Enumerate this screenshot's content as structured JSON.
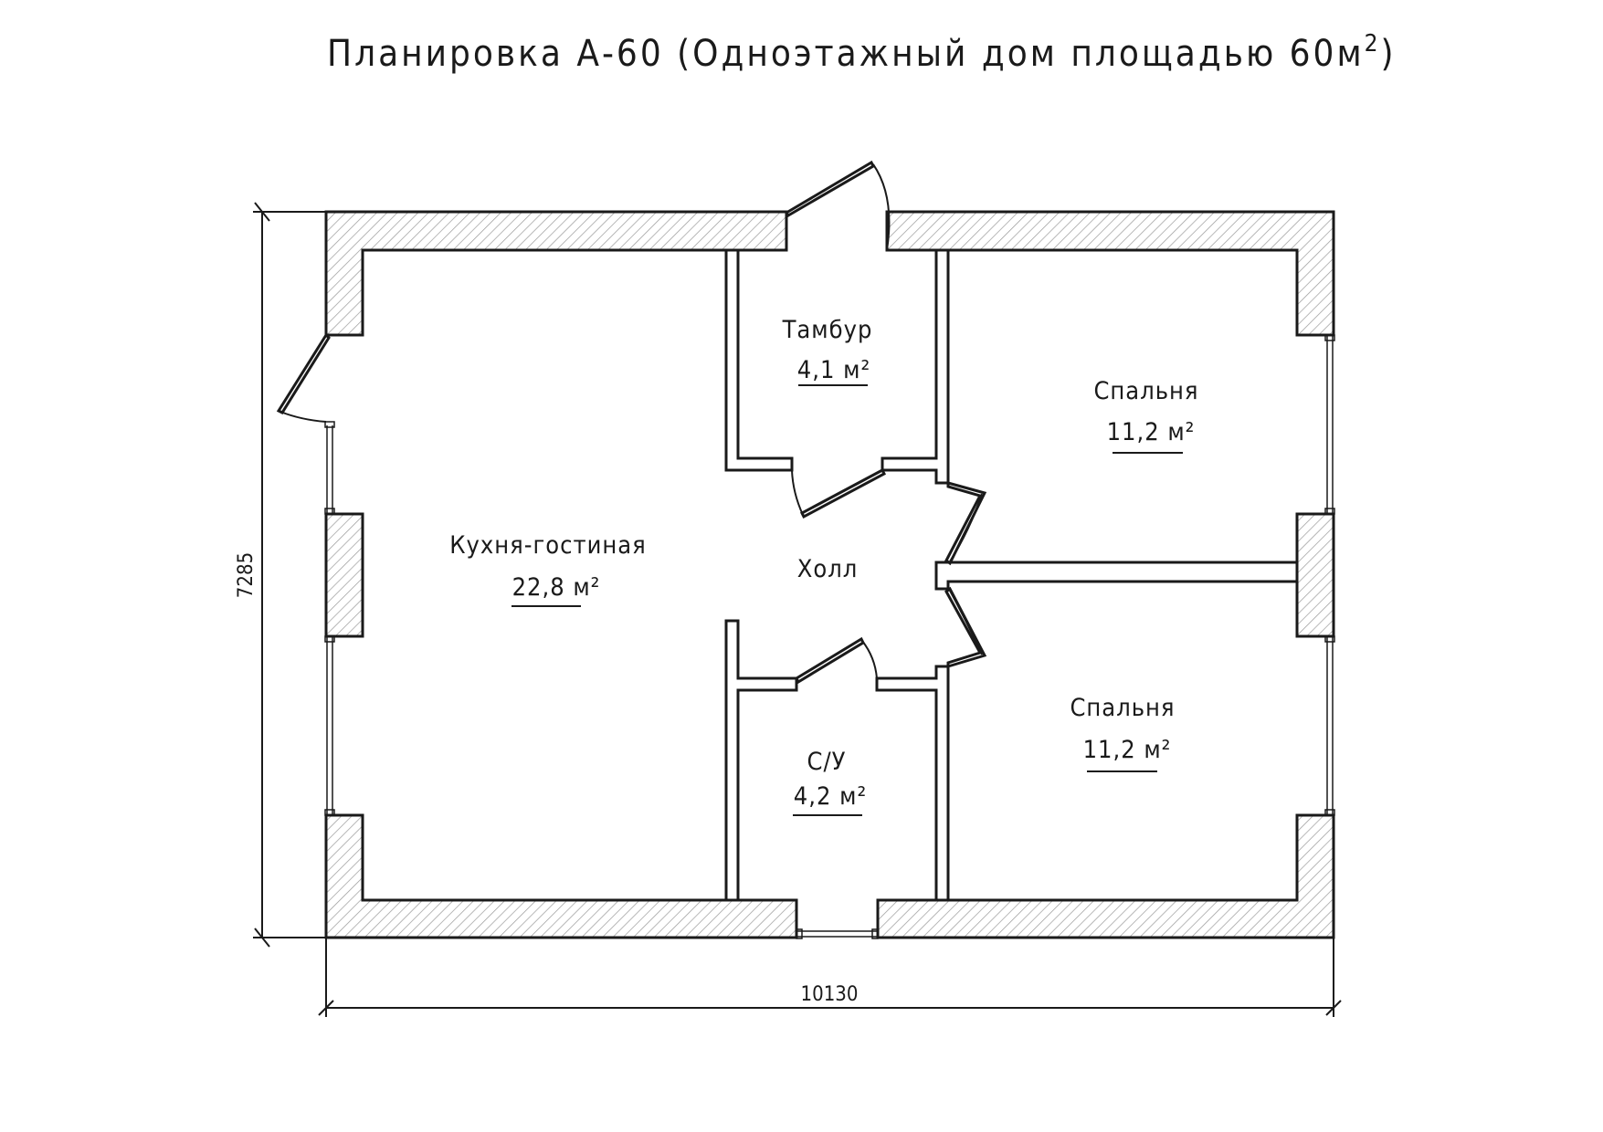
{
  "title": {
    "text": "Планировка А-60 (Одноэтажный дом площадью 60м",
    "superscript": "2",
    "closing": ")"
  },
  "rooms": {
    "kitchen": {
      "name": "Кухня-гостиная",
      "area": "22,8 м²"
    },
    "vestibule": {
      "name": "Тамбур",
      "area": "4,1 м²"
    },
    "hall": {
      "name": "Холл"
    },
    "bedroom_top": {
      "name": "Спальня",
      "area": "11,2 м²"
    },
    "bedroom_bottom": {
      "name": "Спальня",
      "area": "11,2 м²"
    },
    "bathroom": {
      "name": "С/У",
      "area": "4,2 м²"
    }
  },
  "dimensions": {
    "width": "10130",
    "height": "7285"
  },
  "colors": {
    "line": "#1a1a1a",
    "background": "#ffffff"
  }
}
